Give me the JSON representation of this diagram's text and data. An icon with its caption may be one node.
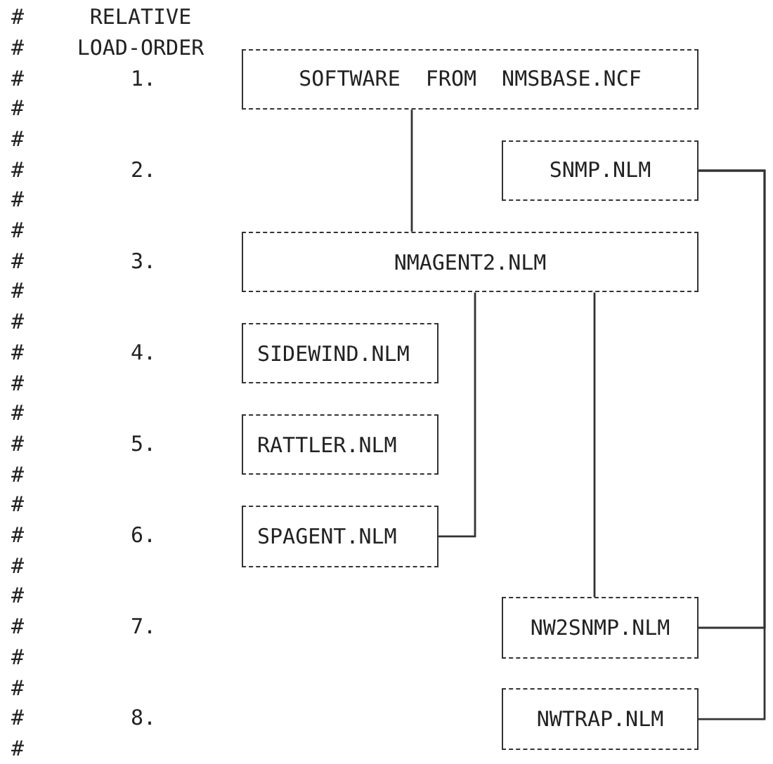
{
  "diagram": {
    "nodes": [
      {
        "text": [
          "SOFTWARE FROM NMSBASE.NCF"
        ]
      },
      {
        "text": [
          "SNMP.NLM"
        ]
      },
      {
        "text": [
          "NMAGENT2.NLM"
        ]
      },
      {
        "text": [
          "SIDEWIND.NLM"
        ]
      },
      {
        "text": [
          "RATTLER.NLM"
        ]
      },
      {
        "text": [
          "SPAGENT.NLM"
        ]
      },
      {
        "text": [
          "NW2SNMP.NLM"
        ]
      },
      {
        "text": [
          "NWTRAP.NLM"
        ]
      }
    ],
    "edges": [
      {
        "from": 0,
        "to": 2,
        "arrow": "none"
      },
      {
        "from": 2,
        "to": 5,
        "arrow": "none"
      },
      {
        "from": 2,
        "to": 6,
        "arrow": "none"
      },
      {
        "from": 1,
        "to": 6,
        "arrow": "none"
      },
      {
        "from": 1,
        "to": 7,
        "arrow": "none"
      }
    ],
    "labels": [
      "#",
      "RELATIVE LOAD-ORDER",
      "#",
      "#",
      "1.",
      "#",
      "#",
      "#",
      "2.",
      "#",
      "#",
      "#",
      "3.",
      "#",
      "#",
      "#",
      "4.",
      "#",
      "#",
      "#",
      "5.",
      "#",
      "#",
      "#",
      "6.",
      "#",
      "#",
      "#",
      "7.",
      "#",
      "#",
      "#",
      "8.",
      "#"
    ]
  }
}
